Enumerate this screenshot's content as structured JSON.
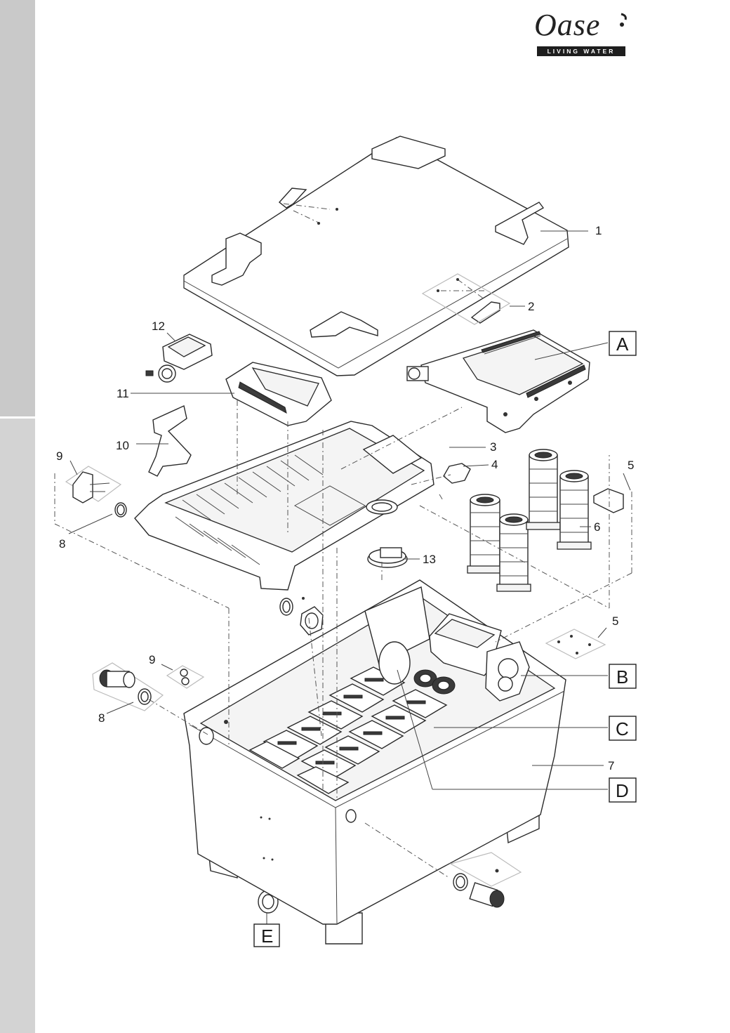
{
  "brand": {
    "logo_text": "Oase",
    "tagline": "LIVING WATER"
  },
  "diagram": {
    "part_numbers": [
      "1",
      "2",
      "3",
      "4",
      "5",
      "6",
      "7",
      "8",
      "9",
      "10",
      "11",
      "12",
      "13"
    ],
    "secondary_numbers": {
      "n5b": "5",
      "n8b": "8",
      "n9b": "9"
    },
    "boxed_labels": [
      "A",
      "B",
      "C",
      "D",
      "E"
    ]
  },
  "colors": {
    "sidebar_top": "#c9c9c9",
    "sidebar_bottom": "#d3d3d3",
    "line_art": "#2a2a2a"
  }
}
